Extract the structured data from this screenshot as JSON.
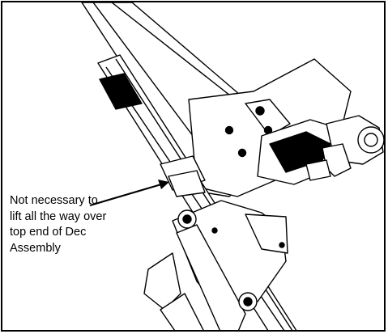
{
  "callout": {
    "lines": [
      "Not necessary to",
      "lift all the way over",
      "top end of Dec",
      "Assembly"
    ]
  }
}
